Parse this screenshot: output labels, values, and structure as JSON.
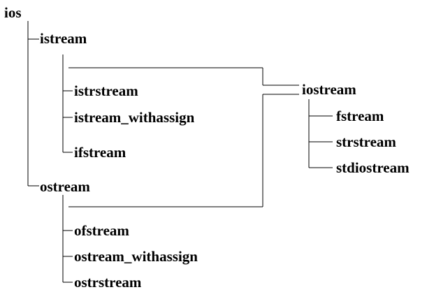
{
  "diagram": {
    "nodes": {
      "ios": "ios",
      "istream": "istream",
      "istrstream": "istrstream",
      "istream_withassign": "istream_withassign",
      "ifstream": "ifstream",
      "ostream": "ostream",
      "ofstream": "ofstream",
      "ostream_withassign": "ostream_withassign",
      "ostrstream": "ostrstream",
      "iostream": "iostream",
      "fstream": "fstream",
      "strstream": "strstream",
      "stdiostream": "stdiostream"
    },
    "edges": [
      {
        "from": "ios",
        "to": "istream"
      },
      {
        "from": "ios",
        "to": "ostream"
      },
      {
        "from": "istream",
        "to": "istrstream"
      },
      {
        "from": "istream",
        "to": "istream_withassign"
      },
      {
        "from": "istream",
        "to": "ifstream"
      },
      {
        "from": "istream",
        "to": "iostream"
      },
      {
        "from": "ostream",
        "to": "ofstream"
      },
      {
        "from": "ostream",
        "to": "ostream_withassign"
      },
      {
        "from": "ostream",
        "to": "ostrstream"
      },
      {
        "from": "ostream",
        "to": "iostream"
      },
      {
        "from": "iostream",
        "to": "fstream"
      },
      {
        "from": "iostream",
        "to": "strstream"
      },
      {
        "from": "iostream",
        "to": "stdiostream"
      }
    ]
  }
}
